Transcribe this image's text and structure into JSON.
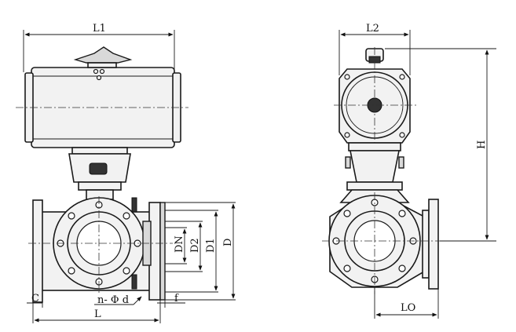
{
  "labels": {
    "l1": "L1",
    "l2": "L2",
    "h": "H",
    "dn": "DN",
    "d2": "D2",
    "d1": "D1",
    "d": "D",
    "c": "C",
    "l": "L",
    "n_phi_d": "n- Φ d",
    "f": "f",
    "lo": "LO"
  }
}
